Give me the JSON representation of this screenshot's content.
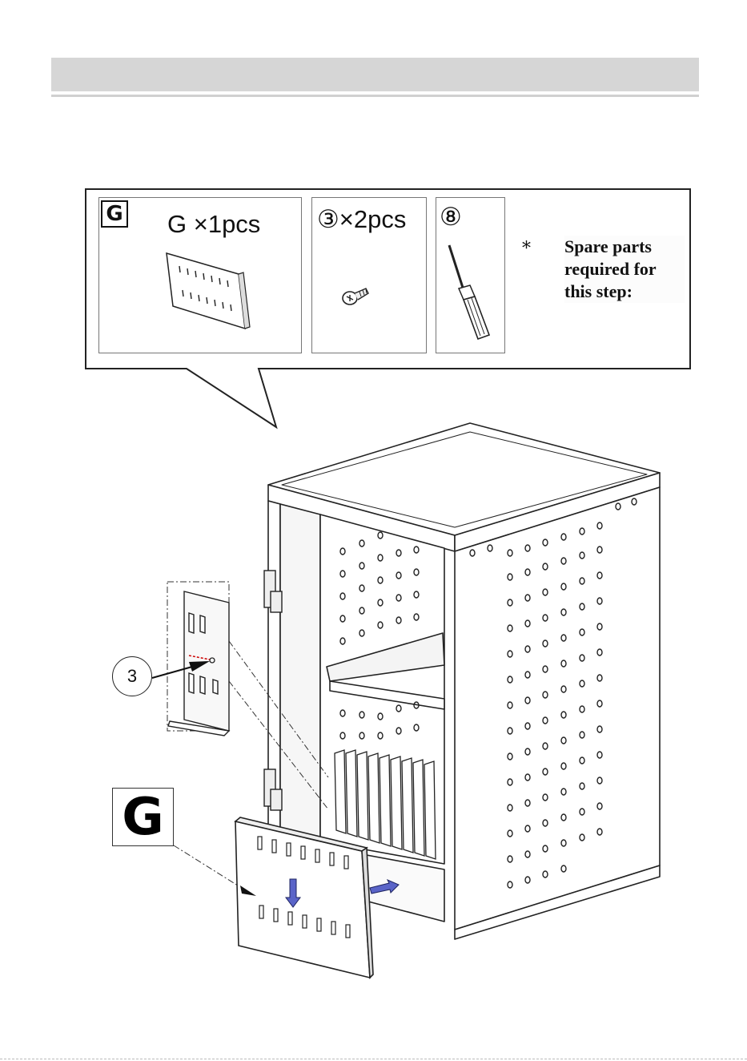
{
  "parts_box": {
    "badge": "G",
    "part_g": "G ×1pcs",
    "part_screw": "③×2pcs",
    "part_tool": "⑧"
  },
  "note": {
    "star": "*",
    "text": "Spare parts required for this step:"
  },
  "diagram": {
    "callout_number": "3",
    "panel_badge": "G"
  }
}
